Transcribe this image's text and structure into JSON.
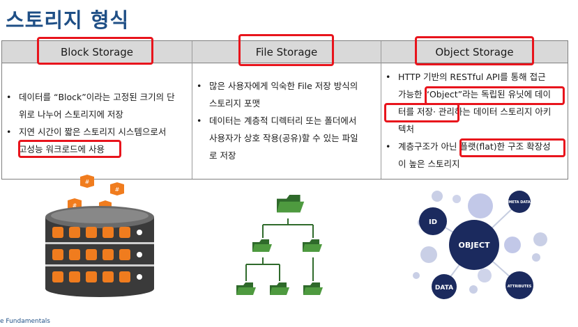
{
  "title": "스토리지 형식",
  "columns": [
    {
      "header": "Block Storage",
      "bullets": [
        [
          "데이터를 “Block”이라는 고정된 크기의 단",
          "위로 나누어 스토리지에 저장"
        ],
        [
          "지연 시간이 짧은 스토리지 시스템으로서",
          "고성능 워크로드에 사용"
        ]
      ]
    },
    {
      "header": "File Storage",
      "bullets": [
        [
          "많은 사용자에게 익숙한 File 저장 방식의",
          "스토리지 포맷"
        ],
        [
          "데이터는 계층적 디렉터리 또는 폴더에서",
          "사용자가 상호 작용(공유)할 수 있는 파일",
          "로 저장"
        ]
      ]
    },
    {
      "header": "Object Storage",
      "bullets": [
        [
          "HTTP 기반의 RESTful API를 통해 접근",
          "가능한 “Object”라는 독립된 유닛에 데이",
          "터를 저장· 관리하는 데이터 스토리지 아키",
          "텍처"
        ],
        [
          "계층구조가 아닌 플랫(flat)한 구조 확장성",
          "이 높은 스토리지"
        ]
      ]
    }
  ],
  "object_diagram": {
    "center": "OBJECT",
    "nodes": [
      "ID",
      "META DATA",
      "DATA",
      "ATTRIBUTES"
    ]
  },
  "block_cube_label": "#",
  "footer": "e Fundamentals",
  "colors": {
    "title": "#1f4f86",
    "highlight": "#e8141c",
    "header_bg": "#d9d9d9",
    "cube": "#f07c1e",
    "folder": "#3d7a35",
    "diagram_dark": "#1b2a5e"
  }
}
